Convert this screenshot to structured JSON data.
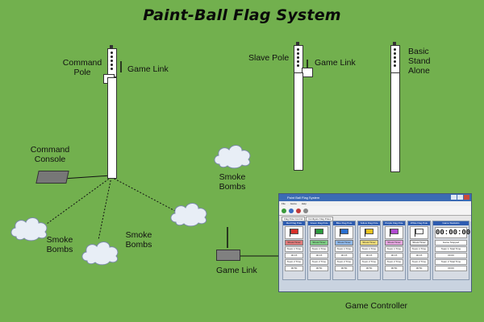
{
  "title": "Paint-Ball Flag System",
  "labels": {
    "command_pole": "Command\nPole",
    "game_link_1": "Game Link",
    "slave_pole": "Slave Pole",
    "game_link_2": "Game Link",
    "basic_stand_alone": "Basic\nStand\nAlone",
    "command_console": "Command\nConsole",
    "smoke_bombs_1": "Smoke\nBombs",
    "smoke_bombs_2": "Smoke\nBombs",
    "smoke_bombs_3": "Smoke\nBombs",
    "game_link_3": "Game Link",
    "game_controller": "Game Controller"
  },
  "controller_window": {
    "title": "Paint Ball Flag System",
    "menu": [
      "File",
      "Game",
      "Help"
    ],
    "tabs": [
      "Flag Pole Control",
      "Configure Flag Poles"
    ],
    "panels": [
      {
        "name": "Red Flag Pole",
        "flag_color": "#d8302a",
        "status": "Shoot Timer",
        "status_color": "#e07a7a",
        "rows": [
          "Team 1 Time",
          "00:15",
          "Team 2 Time",
          "00:50"
        ]
      },
      {
        "name": "Green Flag Pole",
        "flag_color": "#2a9a3c",
        "status": "Shoot Timer",
        "status_color": "#7fcf85",
        "rows": [
          "Team 1 Time",
          "00:15",
          "Team 2 Time",
          "00:50"
        ]
      },
      {
        "name": "Blue Flag Pole",
        "flag_color": "#2a6fd0",
        "status": "Shoot Timer",
        "status_color": "#8fb8ea",
        "rows": [
          "Team 1 Time",
          "00:15",
          "Team 2 Time",
          "00:50"
        ]
      },
      {
        "name": "Yellow Flag Pole",
        "flag_color": "#e8c21e",
        "status": "Shoot Timer",
        "status_color": "#f0de7c",
        "rows": [
          "Team 1 Time",
          "00:15",
          "Team 2 Time",
          "00:50"
        ]
      },
      {
        "name": "Purple Flag Pole",
        "flag_color": "#b04ad0",
        "status": "Shoot Timer",
        "status_color": "#e6a6e0",
        "rows": [
          "Team 1 Time",
          "00:15",
          "Team 2 Time",
          "00:50"
        ]
      },
      {
        "name": "White Flag Pole",
        "flag_color": "#ffffff",
        "status": "Shoot Timer",
        "status_color": "#f4f4f4",
        "rows": [
          "Team 1 Time",
          "00:15",
          "Team 2 Time",
          "00:50"
        ]
      }
    ],
    "stats_panel": {
      "name": "Game Statistics",
      "clock": "00:00:00",
      "status": "Game Stopped",
      "rows": [
        "Team 1 Total Time",
        "00:00",
        "Team 2 Total Time",
        "00:00"
      ]
    }
  },
  "colors": {
    "background": "#72b04e",
    "wire": "#111111",
    "cloud": "#e8eef6"
  }
}
